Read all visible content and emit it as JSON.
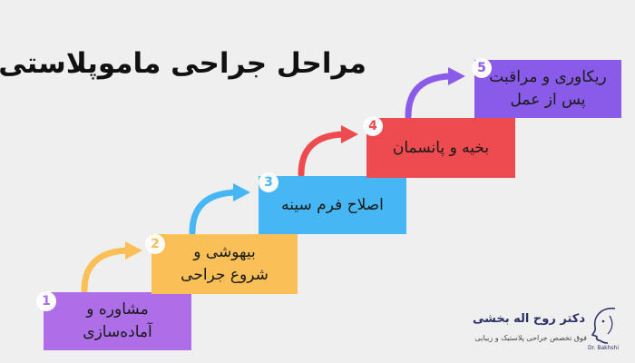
{
  "title": "مراحل جراحی ماموپلاستی",
  "steps": [
    {
      "number": "1",
      "label": "مشاوره و\nآماده‌سازی",
      "color": "#ad6ee8"
    },
    {
      "number": "2",
      "label": "بیهوشی و\nشروع جراحی",
      "color": "#fbbf57"
    },
    {
      "number": "3",
      "label": "اصلاح فرم سینه",
      "color": "#46b7f4"
    },
    {
      "number": "4",
      "label": "بخیه و پانسمان",
      "color": "#ed4b4f"
    },
    {
      "number": "5",
      "label": "ریکاوری و مراقبت\nپس از عمل",
      "color": "#8a5be8"
    }
  ],
  "logo": {
    "name": "دکتر روح اله بخشی",
    "subtitle": "فوق تخصص جراحی پلاستیک و زیبایی",
    "mark_label": "Dr. Bakhshi"
  }
}
